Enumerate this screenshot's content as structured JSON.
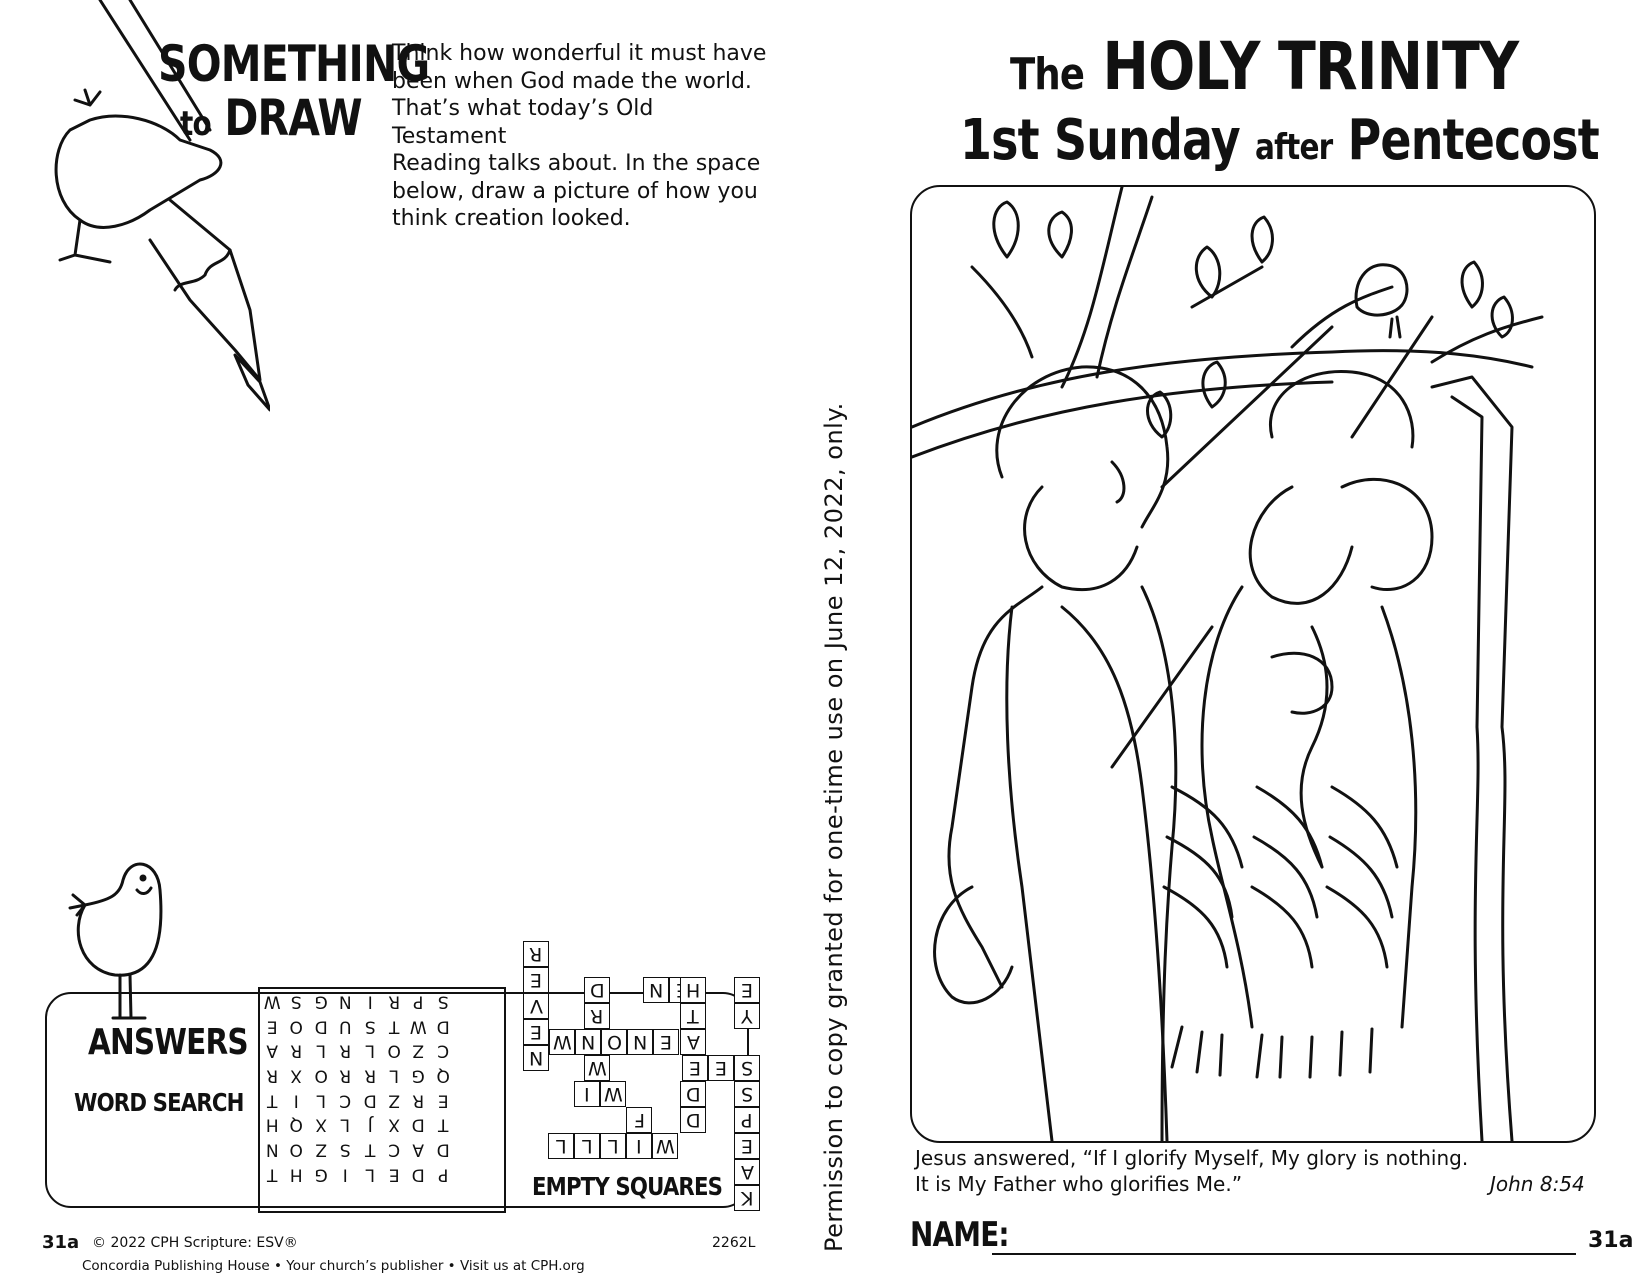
{
  "left_page": {
    "activity_title_line1": "SOMETHING",
    "activity_title_line2_small": "to",
    "activity_title_line2_big": "DRAW",
    "instructions": [
      "Think how wonderful it must have",
      "been when God made the world.",
      "That’s what today’s Old Testament",
      "Reading talks about. In the space",
      "below, draw a picture of how you",
      "think creation looked."
    ],
    "answers": {
      "title": "ANSWERS",
      "word_search_label": "WORD SEARCH",
      "empty_squares_label": "EMPTY SQUARES",
      "word_search_grid": [
        [
          "W",
          "S",
          "G",
          "N",
          "I",
          "R",
          "P",
          "S",
          "",
          ""
        ],
        [
          "E",
          "O",
          "D",
          "U",
          "S",
          "T",
          "W",
          "D",
          "",
          ""
        ],
        [
          "A",
          "R",
          "L",
          "R",
          "L",
          "O",
          "Z",
          "C",
          "",
          ""
        ],
        [
          "R",
          "X",
          "O",
          "R",
          "R",
          "L",
          "G",
          "Q",
          "",
          ""
        ],
        [
          "T",
          "I",
          "L",
          "C",
          "D",
          "Z",
          "R",
          "E",
          "",
          ""
        ],
        [
          "H",
          "Q",
          "X",
          "L",
          "J",
          "X",
          "D",
          "T",
          "",
          ""
        ],
        [
          "N",
          "O",
          "Z",
          "S",
          "T",
          "C",
          "A",
          "D",
          "",
          ""
        ],
        [
          "T",
          "H",
          "G",
          "I",
          "L",
          "E",
          "D",
          "P",
          "",
          ""
        ],
        [
          "",
          "",
          "",
          "",
          "",
          "",
          "",
          "",
          "",
          ""
        ]
      ],
      "crossword_letters": [
        "R",
        "E",
        "V",
        "E",
        "N",
        "D",
        "R",
        "O",
        "W",
        "N",
        "E",
        "H",
        "T",
        "A",
        "E",
        "Y",
        "W",
        "N",
        "O",
        "N",
        "E",
        "S",
        "E",
        "E",
        "D",
        "S",
        "P",
        "E",
        "A",
        "K",
        "F",
        "W",
        "I",
        "L",
        "L",
        "L",
        "I",
        "W",
        "D"
      ]
    },
    "footer": {
      "page_number": "31a",
      "copyright": "© 2022 CPH Scripture: ESV®",
      "publisher": "Concordia Publishing House • Your church’s publisher • Visit us at CPH.org",
      "code": "2262L"
    }
  },
  "permission_text": "Permission to copy granted for one-time use on June 12, 2022, only.",
  "right_page": {
    "title_small": "The",
    "title_big": "HOLY TRINITY",
    "subtitle_ordinal": "1st",
    "subtitle_word1": "Sunday",
    "subtitle_small": "after",
    "subtitle_word2": "Pentecost",
    "verse_line1": "Jesus answered, “If I glorify Myself, My glory is nothing.",
    "verse_line2": "It is My Father who glorifies Me.”",
    "verse_reference": "John 8:54",
    "name_label": "NAME:",
    "page_number": "31a"
  }
}
